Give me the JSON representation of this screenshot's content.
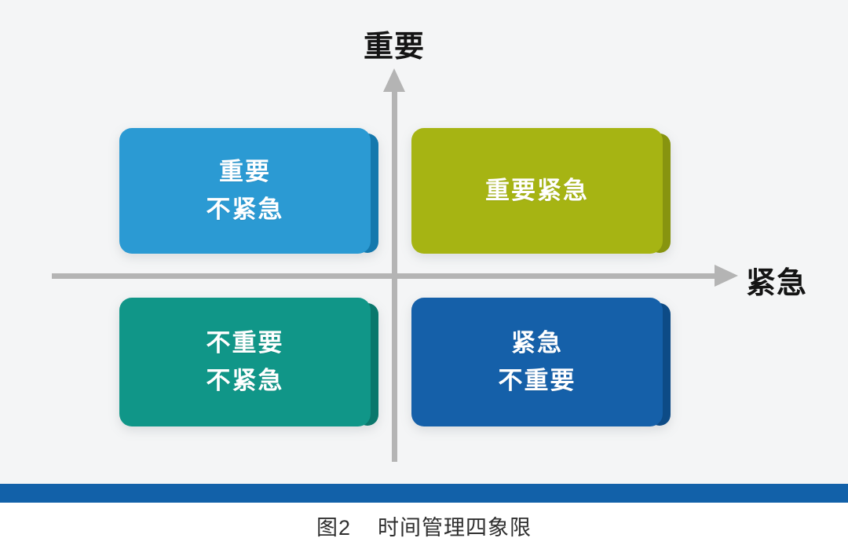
{
  "background": {
    "canvas": "#f4f5f6",
    "page": "#ffffff"
  },
  "axes": {
    "vertical_label": "重要",
    "horizontal_label": "紧急",
    "color": "#b4b4b4"
  },
  "quadrants": [
    {
      "id": "important-not-urgent",
      "lines": [
        "重要",
        "不紧急"
      ],
      "color": "#2b9ad3",
      "edge": "#1478ad"
    },
    {
      "id": "important-urgent",
      "lines": [
        "重要紧急"
      ],
      "color": "#a6b413",
      "edge": "#87940f"
    },
    {
      "id": "not-important-not-urgent",
      "lines": [
        "不重要",
        "不紧急"
      ],
      "color": "#109688",
      "edge": "#0a776c"
    },
    {
      "id": "urgent-not-important",
      "lines": [
        "紧急",
        "不重要"
      ],
      "color": "#1560a9",
      "edge": "#0d4b86"
    }
  ],
  "divider": {
    "color": "#1261a9"
  },
  "caption": {
    "figure_label": "图2",
    "title": "时间管理四象限"
  }
}
